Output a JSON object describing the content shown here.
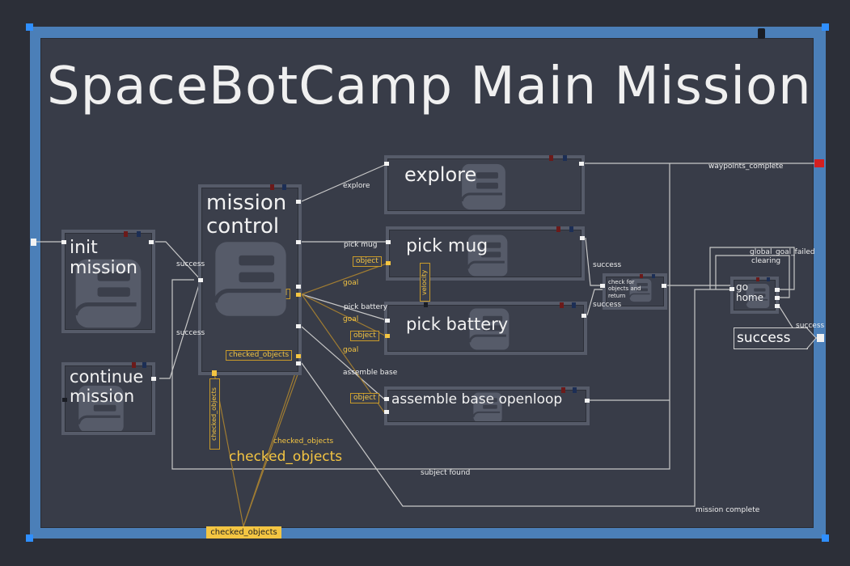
{
  "title": "SpaceBotCamp Main Mission",
  "states": {
    "init_mission": "init\nmission",
    "continue_mission": "continue\nmission",
    "mission_control": "mission\ncontrol",
    "explore": "explore",
    "pick_mug": "pick mug",
    "pick_battery": "pick battery",
    "assemble_base": "assemble base openloop",
    "check_objects": "check for\nobjects and\nreturn",
    "go_home": "go\nhome"
  },
  "outcome_success": "success",
  "transitions": {
    "success_1": "success",
    "success_2": "success",
    "explore": "explore",
    "pick_mug": "pick mug",
    "pick_battery": "pick battery",
    "assemble_base": "assemble base",
    "waypoints_complete": "waypoints_complete",
    "success_mug": "success",
    "success_battery": "success",
    "global_goal_failed": "global_goal_failed",
    "clearing": "clearing",
    "success_home": "success",
    "mission_complete": "mission complete",
    "overlap_label": "subject found",
    "goal_1": "goal",
    "goal_2": "goal",
    "goal_3": "goal"
  },
  "userdata": {
    "object_1": "object",
    "object_2": "object",
    "object_3": "object",
    "goal": "goal",
    "checked_objects_tag": "checked_objects",
    "checked_objects_vertical": "checked_objects",
    "checked_objects_small": "checked_objects",
    "checked_objects_large": "checked_objects",
    "checked_objects_bottom": "checked_objects",
    "velocity": "velocity"
  },
  "colors": {
    "frame": "#4b7fb8",
    "canvas": "#383c48",
    "state": "#565b69",
    "line": "#c8c8c8",
    "userdata_line": "#a07c32",
    "accent": "#f4c542"
  },
  "icons": [
    "state-book-icon",
    "resize-handle",
    "outcome-port"
  ]
}
